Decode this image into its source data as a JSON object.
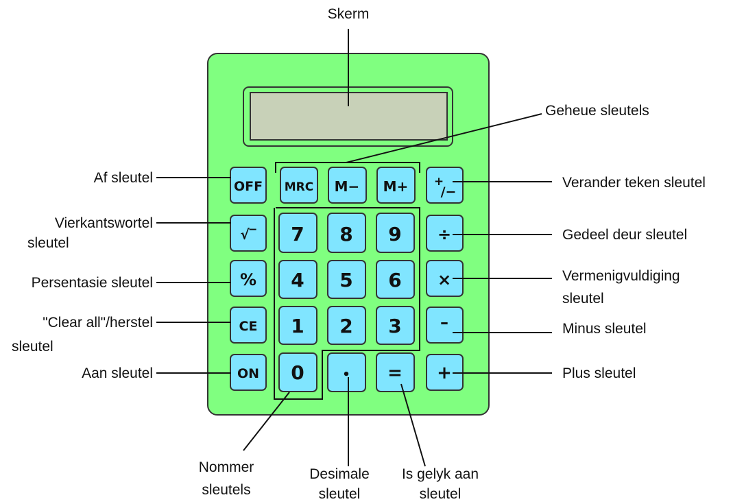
{
  "colors": {
    "body": "#80ff80",
    "body_stroke": "#333333",
    "key_fill": "#80e5ff",
    "key_stroke": "#333333",
    "display_fill": "#c8d1b8"
  },
  "keys": {
    "off": "OFF",
    "mrc": "MRC",
    "m_minus": "M−",
    "m_plus": "M+",
    "sign_plus": "+",
    "sign_minus": "/−",
    "sqrt": "√‾",
    "percent": "%",
    "ce": "CE",
    "on": "ON",
    "n7": "7",
    "n8": "8",
    "n9": "9",
    "n4": "4",
    "n5": "5",
    "n6": "6",
    "n1": "1",
    "n2": "2",
    "n3": "3",
    "n0": "0",
    "decimal": "•",
    "equals": "=",
    "divide": "÷",
    "multiply": "×",
    "minus": "–",
    "plus": "+"
  },
  "labels": {
    "screen": "Skerm",
    "memory": "Geheue sleutels",
    "off": "Af sleutel",
    "sqrt_1": "Vierkantswortel",
    "sqrt_2": "sleutel",
    "percent": "Persentasie sleutel",
    "clear_1": "\"Clear all\"/herstel",
    "clear_2": "sleutel",
    "on": "Aan sleutel",
    "change_sign": "Verander teken sleutel",
    "divide": "Gedeel deur sleutel",
    "multiply_1": "Vermenigvuldiging",
    "multiply_2": "sleutel",
    "minus": "Minus sleutel",
    "plus": "Plus sleutel",
    "numbers_1": "Nommer",
    "numbers_2": "sleutels",
    "decimal_1": "Desimale",
    "decimal_2": "sleutel",
    "equals_1": "Is gelyk aan",
    "equals_2": "sleutel"
  }
}
